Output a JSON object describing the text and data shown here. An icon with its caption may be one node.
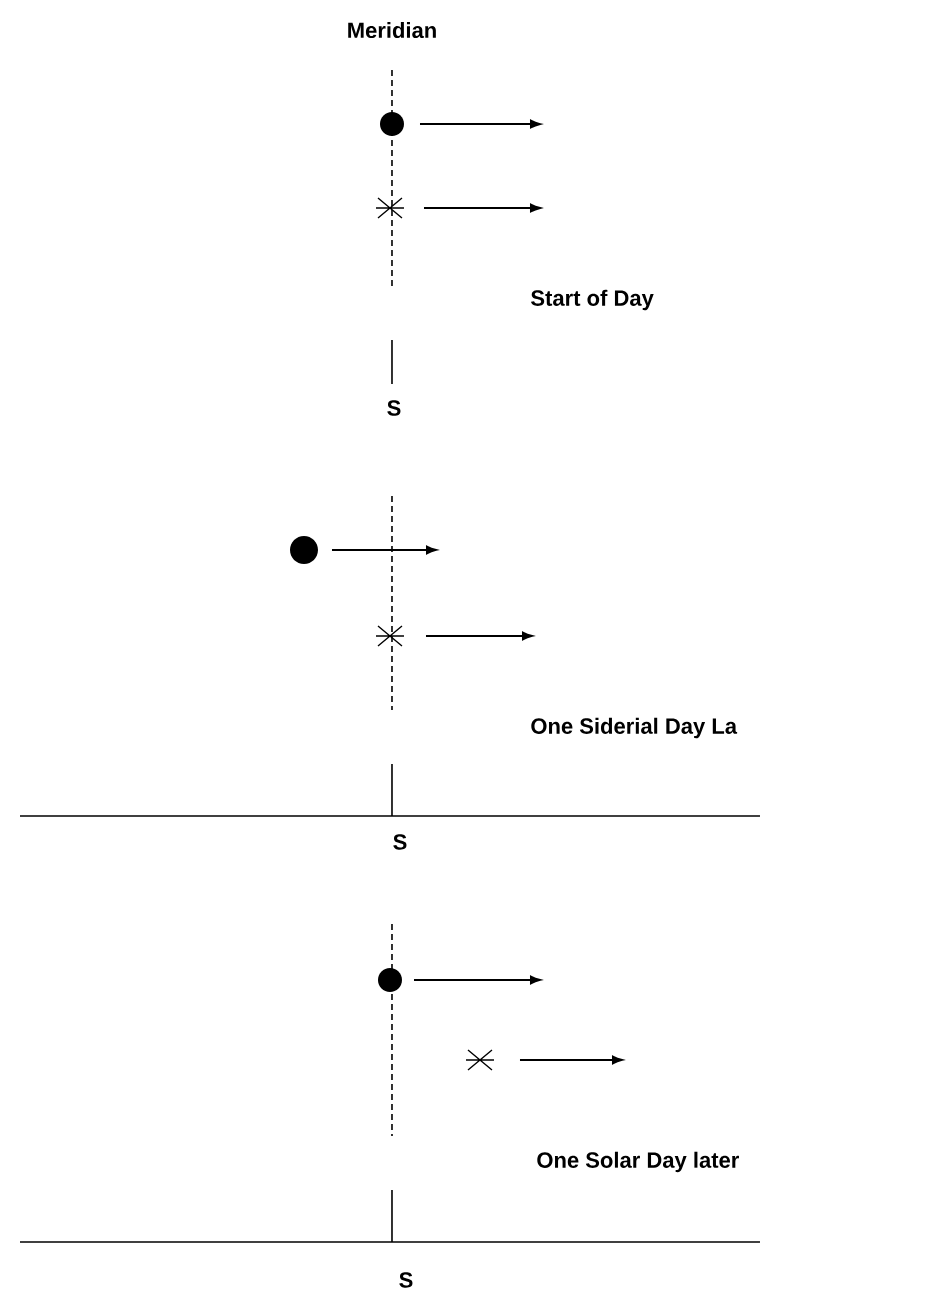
{
  "diagram": {
    "labels": [
      "Meridian",
      "Start of Day",
      "S",
      "One Siderial Day La",
      "S",
      "One Solar Day later",
      "S"
    ]
  }
}
